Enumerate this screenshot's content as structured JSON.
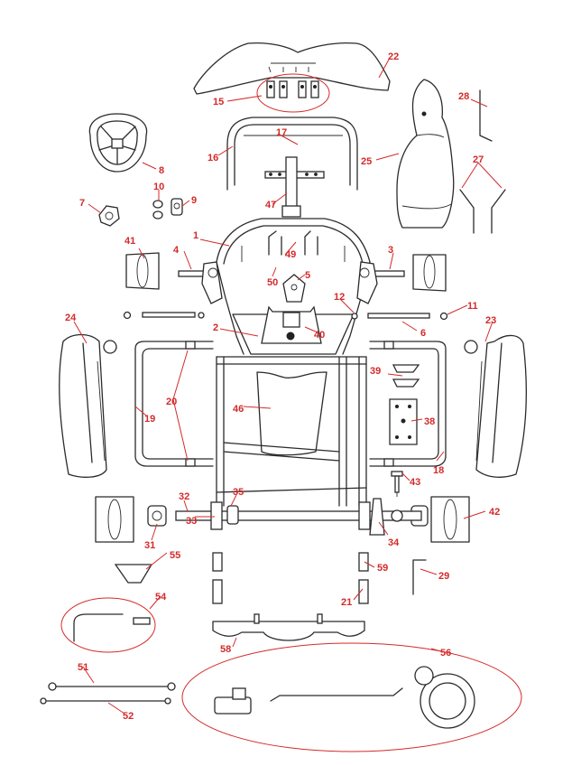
{
  "labels": [
    {
      "id": "1",
      "text": "1"
    },
    {
      "id": "2",
      "text": "2"
    },
    {
      "id": "3",
      "text": "3"
    },
    {
      "id": "4",
      "text": "4"
    },
    {
      "id": "5",
      "text": "5"
    },
    {
      "id": "6",
      "text": "6"
    },
    {
      "id": "7",
      "text": "7"
    },
    {
      "id": "8",
      "text": "8"
    },
    {
      "id": "9",
      "text": "9"
    },
    {
      "id": "10",
      "text": "10"
    },
    {
      "id": "11",
      "text": "11"
    },
    {
      "id": "12",
      "text": "12"
    },
    {
      "id": "15",
      "text": "15"
    },
    {
      "id": "16",
      "text": "16"
    },
    {
      "id": "17",
      "text": "17"
    },
    {
      "id": "18",
      "text": "18"
    },
    {
      "id": "19",
      "text": "19"
    },
    {
      "id": "20",
      "text": "20"
    },
    {
      "id": "21",
      "text": "21"
    },
    {
      "id": "22",
      "text": "22"
    },
    {
      "id": "23",
      "text": "23"
    },
    {
      "id": "24",
      "text": "24"
    },
    {
      "id": "25",
      "text": "25"
    },
    {
      "id": "27",
      "text": "27"
    },
    {
      "id": "28",
      "text": "28"
    },
    {
      "id": "29",
      "text": "29"
    },
    {
      "id": "31",
      "text": "31"
    },
    {
      "id": "32",
      "text": "32"
    },
    {
      "id": "33",
      "text": "33"
    },
    {
      "id": "34",
      "text": "34"
    },
    {
      "id": "35",
      "text": "35"
    },
    {
      "id": "38",
      "text": "38"
    },
    {
      "id": "39",
      "text": "39"
    },
    {
      "id": "40",
      "text": "40"
    },
    {
      "id": "41",
      "text": "41"
    },
    {
      "id": "42",
      "text": "42"
    },
    {
      "id": "43",
      "text": "43"
    },
    {
      "id": "46",
      "text": "46"
    },
    {
      "id": "47",
      "text": "47"
    },
    {
      "id": "49",
      "text": "49"
    },
    {
      "id": "50",
      "text": "50"
    },
    {
      "id": "51",
      "text": "51"
    },
    {
      "id": "52",
      "text": "52"
    },
    {
      "id": "54",
      "text": "54"
    },
    {
      "id": "55",
      "text": "55"
    },
    {
      "id": "56",
      "text": "56"
    },
    {
      "id": "58",
      "text": "58"
    },
    {
      "id": "59",
      "text": "59"
    }
  ],
  "colors": {
    "callout": "#d42a2a",
    "line": "#2b2b2b"
  }
}
